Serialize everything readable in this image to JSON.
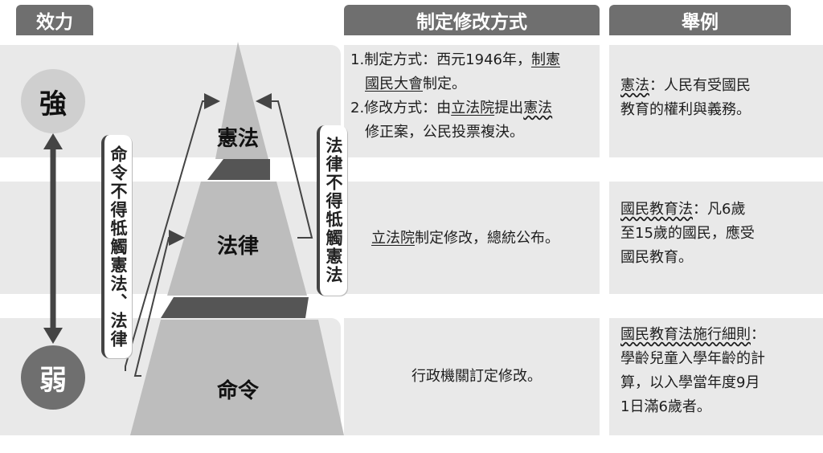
{
  "headers": {
    "effect": "效力",
    "method": "制定修改方式",
    "example": "舉例"
  },
  "effect": {
    "strong": "強",
    "weak": "弱"
  },
  "pyramid": {
    "top": "憲法",
    "middle": "法律",
    "bottom": "命令"
  },
  "side_notes": {
    "left": "命令不得牴觸憲法、法律",
    "right": "法律不得牴觸憲法"
  },
  "rows": {
    "constitution": {
      "method": {
        "l1a": "1.制定方式：西元1946年，",
        "l1b": "制憲",
        "l2a": "國民大會",
        "l2b": "制定。",
        "l3a": "2.修改方式：由",
        "l3b": "立法院",
        "l3c": "提出",
        "l3d": "憲法",
        "l4": "修正案，公民投票複決。"
      },
      "example": {
        "l1a": "憲法",
        "l1b": "：人民有受國民",
        "l2": "教育的權利與義務。"
      }
    },
    "law": {
      "method": {
        "a": "立法院",
        "b": "制定修改，總統公布。"
      },
      "example": {
        "l1a": "國民教育法",
        "l1b": "：凡6歲",
        "l2": "至15歲的國民，應受",
        "l3": "國民教育。"
      }
    },
    "order": {
      "method": "行政機關訂定修改。",
      "example": {
        "l1a": "國民教育法施行細則",
        "l1b": "：",
        "l2": "學齡兒童入學年齡的計",
        "l3": "算，以入學當年度9月",
        "l4": "1日滿6歲者。"
      }
    }
  }
}
